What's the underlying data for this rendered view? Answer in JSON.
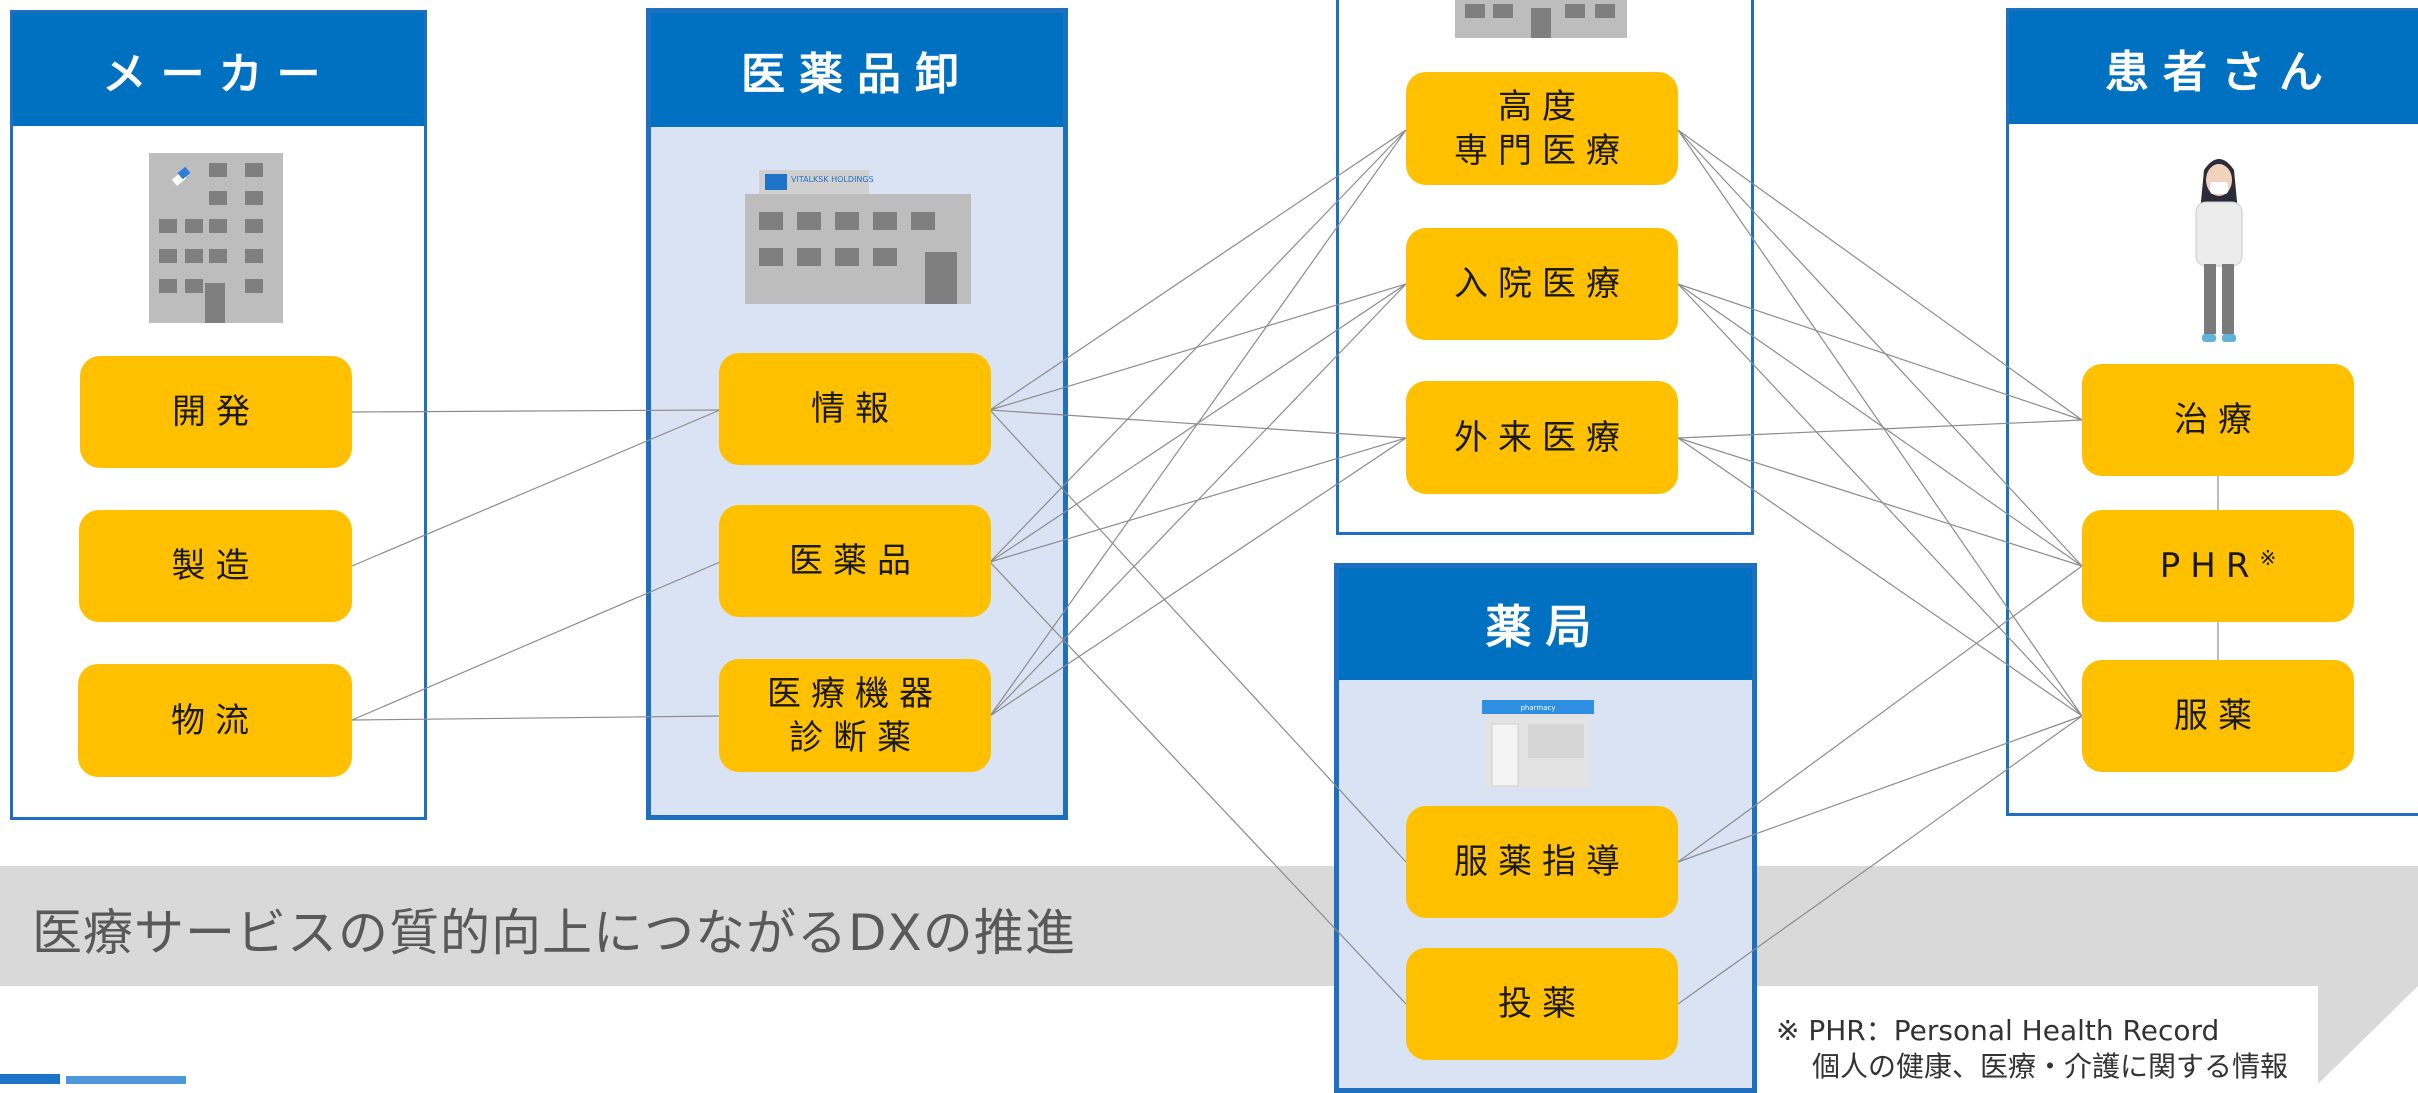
{
  "banner": {
    "text": "医療サービスの質的向上につながるDXの推進"
  },
  "panels": {
    "maker": {
      "title": "メーカー"
    },
    "wholesaler": {
      "title": "医薬品卸",
      "logo_text": "VITALKSK HOLDINGS"
    },
    "pharmacy": {
      "title": "薬局",
      "sign_text": "pharmacy"
    },
    "patient": {
      "title": "患者さん"
    }
  },
  "nodes": {
    "maker": [
      "開発",
      "製造",
      "物流"
    ],
    "wholesaler": [
      "情報",
      "医薬品",
      "医療機器",
      "診断薬"
    ],
    "hospital": [
      "高度",
      "専門医療",
      "入院医療",
      "外来医療"
    ],
    "pharmacy": [
      "服薬指導",
      "投薬"
    ],
    "patient": [
      "治療",
      "PHR",
      "※",
      "服薬"
    ]
  },
  "footnote": {
    "line1": "※ PHR：Personal Health Record",
    "line2": "個人の健康、医療・介護に関する情報"
  },
  "colors": {
    "panel_blue": "#0070c0",
    "node_yellow": "#ffc000",
    "tint": "#dae3f3",
    "banner_gray": "#d9d9d9"
  }
}
